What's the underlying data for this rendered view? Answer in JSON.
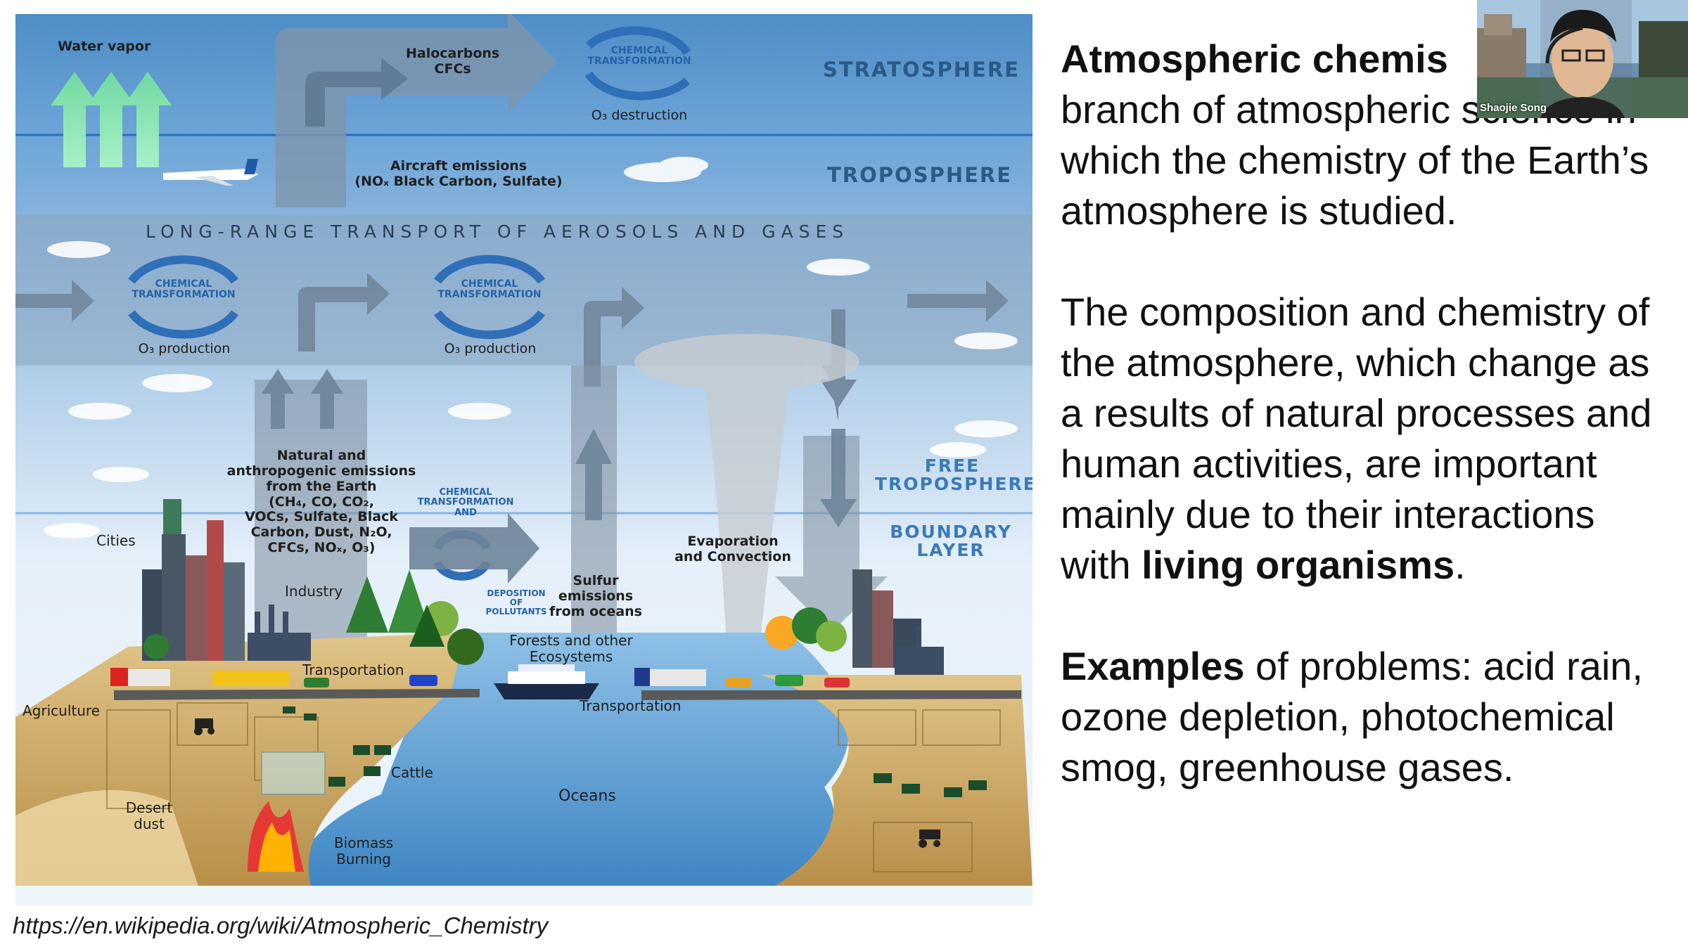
{
  "diagram": {
    "labels": {
      "water_vapor": "Water vapor",
      "halocarbons": "Halocarbons\nCFCs",
      "chem_transformation": "CHEMICAL\nTRANSFORMATION",
      "o3_destruction": "O₃ destruction",
      "stratosphere": "STRATOSPHERE",
      "aircraft": "Aircraft emissions\n(NOₓ Black Carbon, Sulfate)",
      "troposphere": "TROPOSPHERE",
      "long_range": "LONG-RANGE TRANSPORT OF AEROSOLS AND GASES",
      "o3_production": "O₃ production",
      "natural_anthro": "Natural and\nanthropogenic emissions\nfrom the Earth\n(CH₄, CO, CO₂,\nVOCs, Sulfate, Black\nCarbon, Dust, N₂O,\nCFCs, NOₓ, O₃)",
      "chem_transformation_and": "CHEMICAL\nTRANSFORMATION\nAND",
      "deposition": "DEPOSITION\nOF\nPOLLUTANTS",
      "sulfur": "Sulfur\nemissions\nfrom oceans",
      "evaporation": "Evaporation\nand Convection",
      "free_troposphere": "FREE\nTROPOSPHERE",
      "boundary_layer": "BOUNDARY\nLAYER",
      "cities": "Cities",
      "industry": "Industry",
      "forests": "Forests and other\nEcosystems",
      "transportation": "Transportation",
      "agriculture": "Agriculture",
      "cattle": "Cattle",
      "oceans": "Oceans",
      "desert_dust": "Desert\ndust",
      "biomass": "Biomass\nBurning"
    },
    "colors": {
      "stratosphere": "#4f8fc8",
      "troposphere": "#7fb1dc",
      "transport_band": "#93aec9",
      "free_troposphere": "#bcd6ee",
      "boundary_layer": "#e4eff9",
      "land": "#c9a55a",
      "ocean": "#5c9fd1",
      "arrow": "#7a8ea3",
      "cycle_arrow": "#2f6fb8"
    }
  },
  "source_url": "https://en.wikipedia.org/wiki/Atmospheric_Chemistry",
  "slide": {
    "p1_bold": "Atmospheric chemis",
    "p1_rest": "branch of atmospheric science in which the chemistry of the Earth’s atmosphere is studied.",
    "p2": "The composition and chemistry of the atmosphere, which change as a results of natural processes and human activities, are important mainly due to their interactions with",
    "p2_bold": "living organisms",
    "p2_end": ".",
    "p3_bold": "Examples",
    "p3_rest": " of problems: acid rain, ozone depletion, photochemical smog, greenhouse gases."
  },
  "video": {
    "participant_name": "Shaojie Song"
  }
}
